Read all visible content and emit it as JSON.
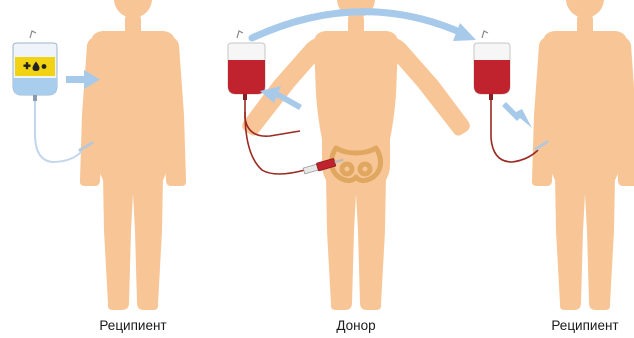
{
  "labels": {
    "recipient_left": "Реципиент",
    "donor": "Донор",
    "recipient_right": "Реципиент"
  },
  "colors": {
    "skin": "#f8c596",
    "blood": "#c0232e",
    "plasma_bag_label": "#f2d313",
    "plasma_fluid": "#a9cdec",
    "arrow": "#a7c9ea",
    "tube_blood": "#9a2a22",
    "tube_clear": "#c4d6ec",
    "pelvis": "#e0a760"
  },
  "icons": {
    "bag_label_symbols": [
      "plus-icon",
      "drop-icon"
    ]
  }
}
